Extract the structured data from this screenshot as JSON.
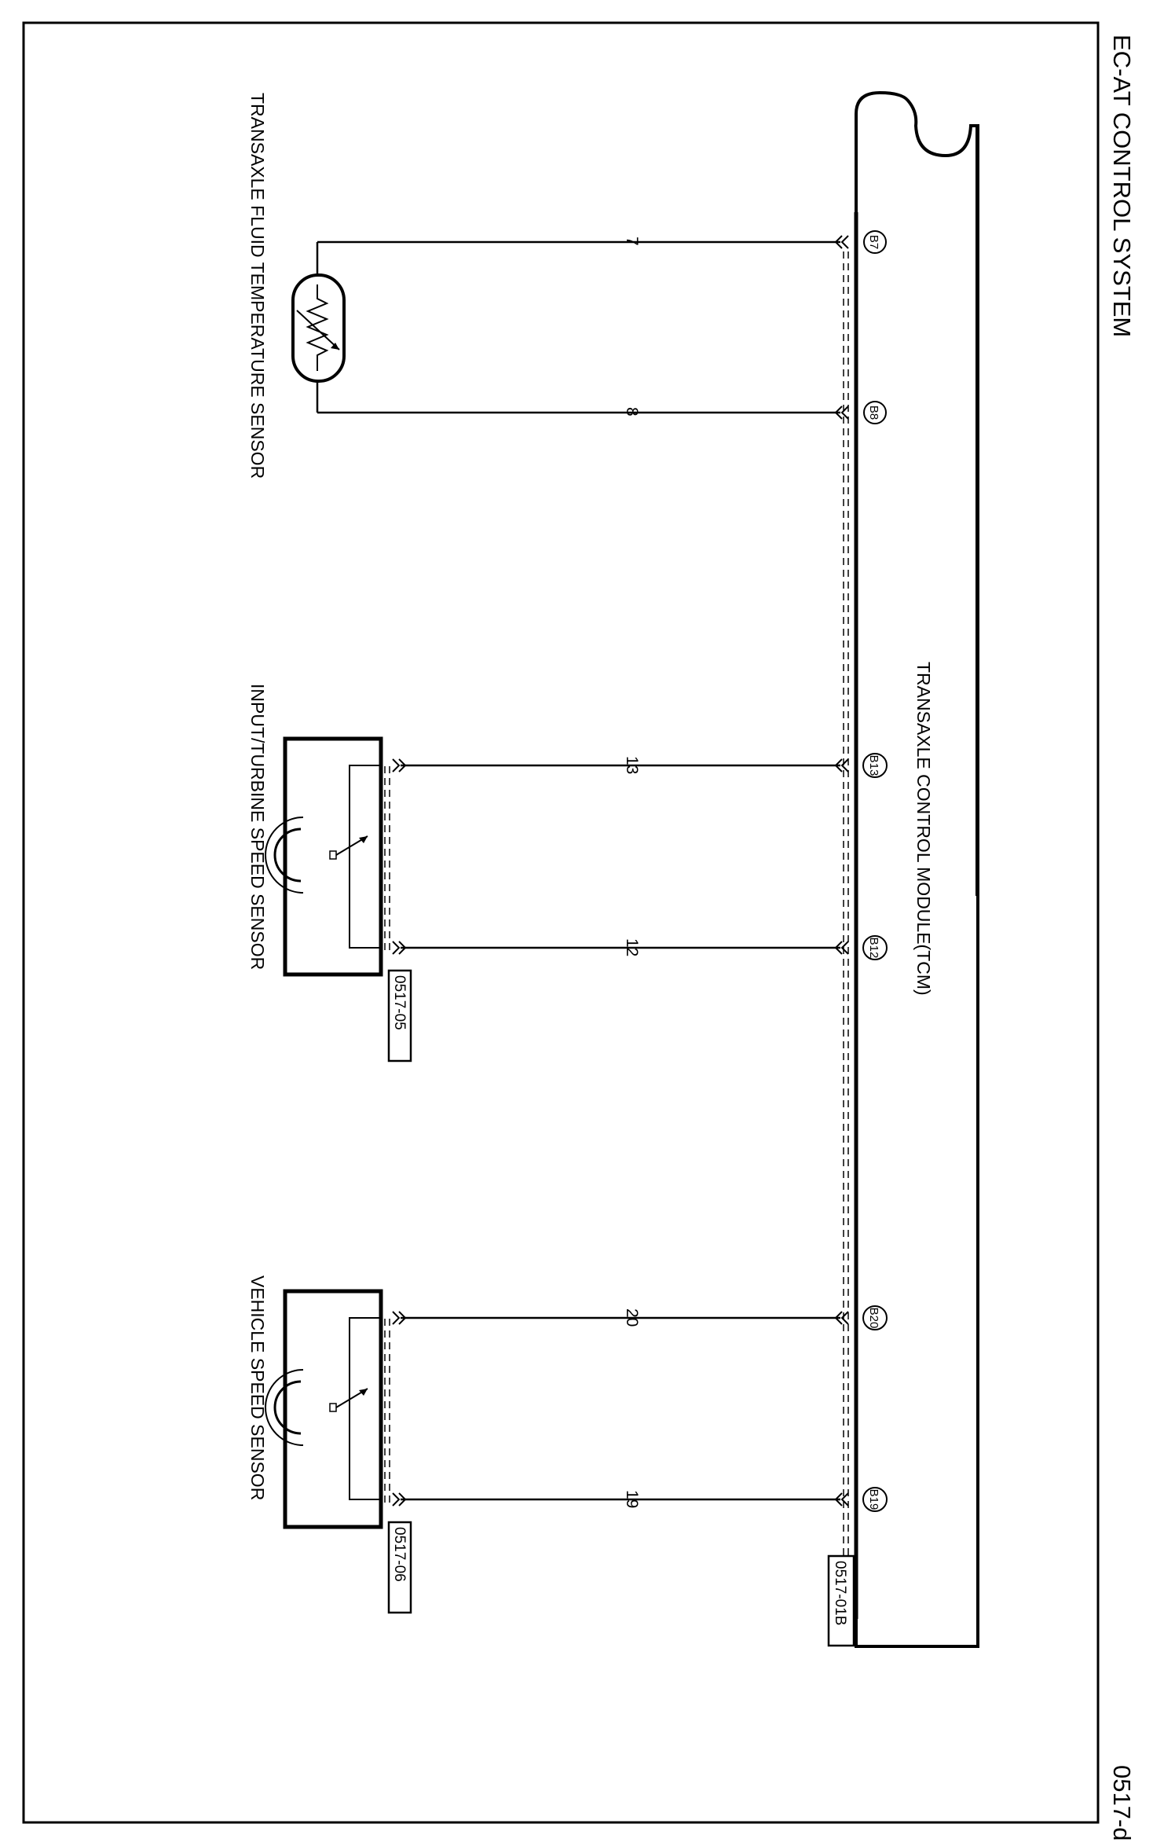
{
  "header": {
    "title": "EC-AT CONTROL SYSTEM",
    "page_code": "0517-d"
  },
  "module": {
    "name": "TRANSAXLE CONTROL MODULE(TCM)",
    "connector": "0517-01B"
  },
  "components": {
    "fluid_temp_sensor": {
      "name": "TRANSAXLE FLUID TEMPERATURE SENSOR",
      "icon": "thermistor-icon"
    },
    "input_turbine_speed_sensor": {
      "name": "INPUT/TURBINE SPEED SENSOR",
      "connector": "0517-05",
      "icon": "speed-sensor-icon"
    },
    "vehicle_speed_sensor": {
      "name": "VEHICLE SPEED SENSOR",
      "connector": "0517-06",
      "icon": "speed-sensor-icon"
    }
  },
  "circuits": [
    {
      "pin": "B7",
      "wire": "7"
    },
    {
      "pin": "B8",
      "wire": "8"
    },
    {
      "pin": "B13",
      "wire": "13"
    },
    {
      "pin": "B12",
      "wire": "12"
    },
    {
      "pin": "B20",
      "wire": "20"
    },
    {
      "pin": "B19",
      "wire": "19"
    }
  ]
}
